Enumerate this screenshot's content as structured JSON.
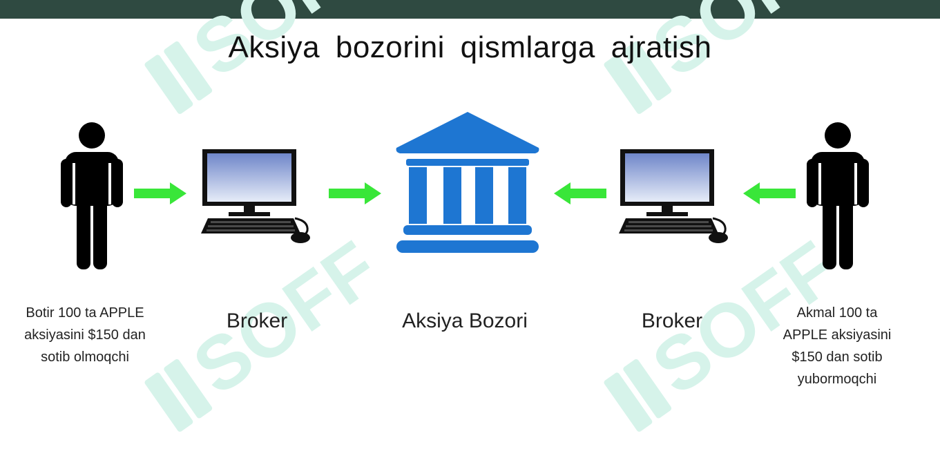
{
  "header": {
    "bar_color": "#2f4a41"
  },
  "title": "Aksiya bozorini qismlarga ajratish",
  "watermark": {
    "text": "SOFF",
    "color": "#d6f3ea"
  },
  "colors": {
    "arrow": "#39e639",
    "exchange": "#1e76d2",
    "person": "#000000",
    "screen_top": "#6f86c9",
    "screen_bottom": "#e6ecf8"
  },
  "nodes": [
    {
      "id": "buyer",
      "icon": "person-icon",
      "lines": [
        "Botir 100 ta APPLE",
        "aksiyasini $150 dan",
        "sotib olmoqchi"
      ]
    },
    {
      "id": "broker_left",
      "icon": "computer-icon",
      "label": "Broker"
    },
    {
      "id": "exchange",
      "icon": "bank-building-icon",
      "label": "Aksiya Bozori"
    },
    {
      "id": "broker_right",
      "icon": "computer-icon",
      "label": "Broker"
    },
    {
      "id": "seller",
      "icon": "person-icon",
      "lines": [
        "Akmal 100 ta",
        "APPLE aksiyasini",
        "$150 dan sotib",
        "yubormoqchi"
      ]
    }
  ],
  "arrows": [
    {
      "from": "buyer",
      "to": "broker_left",
      "icon": "arrow-right-icon"
    },
    {
      "from": "broker_left",
      "to": "exchange",
      "icon": "arrow-right-icon"
    },
    {
      "from": "broker_right",
      "to": "exchange",
      "icon": "arrow-left-icon"
    },
    {
      "from": "seller",
      "to": "broker_right",
      "icon": "arrow-left-icon"
    }
  ]
}
